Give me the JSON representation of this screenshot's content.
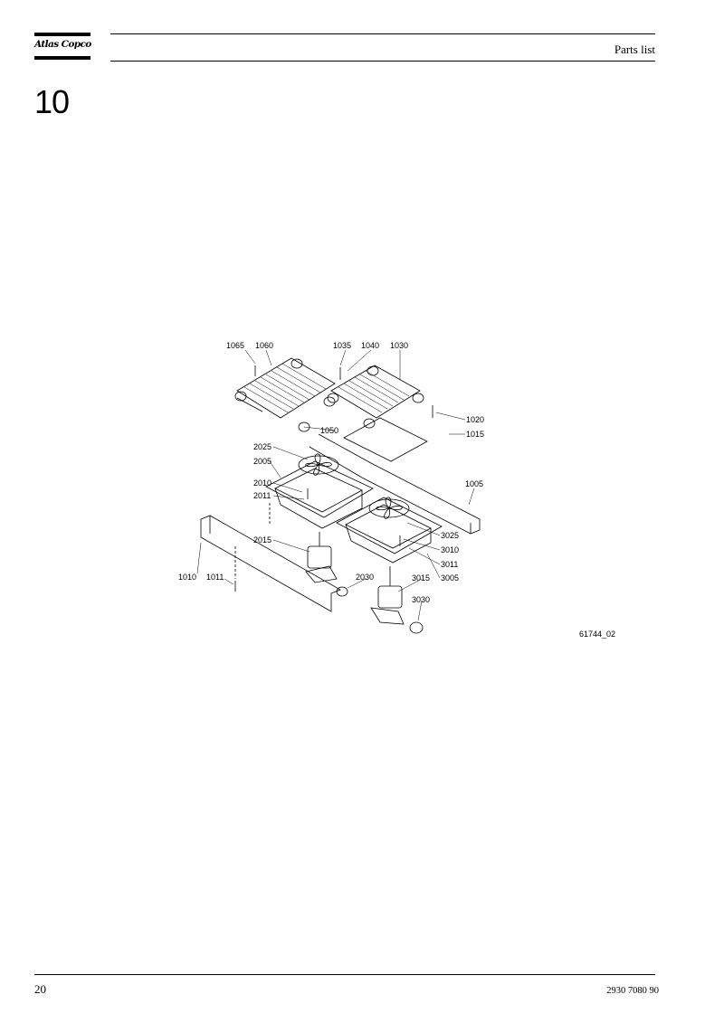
{
  "brand": {
    "logo_text": "Atlas Copco"
  },
  "header": {
    "title": "Parts list"
  },
  "chapter": {
    "number": "10"
  },
  "figure": {
    "code": "61744_02",
    "callouts": [
      "1065",
      "1060",
      "1035",
      "1040",
      "1030",
      "1020",
      "1015",
      "1050",
      "1005",
      "2025",
      "2005",
      "2010",
      "2011",
      "2015",
      "1010",
      "1011",
      "2030",
      "3025",
      "3010",
      "3011",
      "3005",
      "3015",
      "3030"
    ]
  },
  "footer": {
    "page_number": "20",
    "doc_number": "2930 7080 90"
  }
}
